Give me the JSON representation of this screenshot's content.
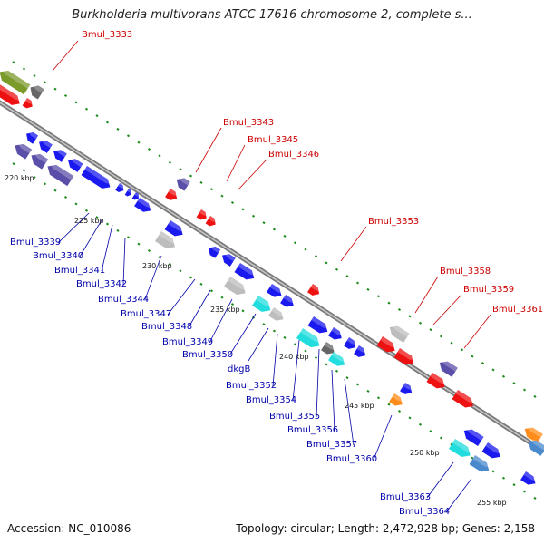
{
  "title": "Burkholderia multivorans ATCC 17616 chromosome 2, complete s...",
  "accession": "Accession: NC_010086",
  "summary": "Topology: circular; Length: 2,472,928 bp; Genes: 2,158",
  "colors": {
    "backbone": "#888888",
    "strand_marker": "#1a8a1a",
    "forward_gene_label": "#cc0000",
    "reverse_gene_label": "#0000aa",
    "blue": "#1a1aee",
    "red": "#ee1111",
    "slate": "#5a4fa8",
    "gray": "#bdbdbd",
    "cyan": "#22dddd",
    "olive": "#7a9a2a",
    "orange": "#ff8c1a",
    "steel": "#4a8acc"
  },
  "ticks": [
    "220 kbp",
    "225 kbp",
    "230 kbp",
    "235 kbp",
    "240 kbp",
    "245 kbp",
    "250 kbp",
    "255 kbp"
  ],
  "labels_top": [
    "Bmul_3333",
    "Bmul_3343",
    "Bmul_3345",
    "Bmul_3346",
    "Bmul_3353",
    "Bmul_3358",
    "Bmul_3359",
    "Bmul_3361"
  ],
  "labels_bottom": [
    "Bmul_3339",
    "Bmul_3340",
    "Bmul_3341",
    "Bmul_3342",
    "Bmul_3344",
    "Bmul_3347",
    "Bmul_3348",
    "Bmul_3349",
    "Bmul_3350",
    "dkgB",
    "Bmul_3352",
    "Bmul_3354",
    "Bmul_3355",
    "Bmul_3356",
    "Bmul_3357",
    "Bmul_3360",
    "Bmul_3363",
    "Bmul_3364"
  ]
}
